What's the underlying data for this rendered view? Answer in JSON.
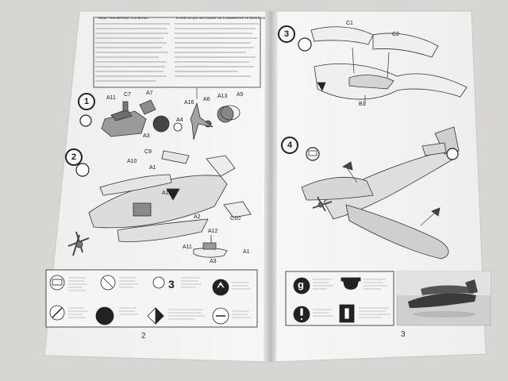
{
  "pages": {
    "left": {
      "number": "2"
    },
    "right": {
      "number": "3"
    }
  },
  "header": {
    "read_notice": "READ THIS BEFORE YOU BEGIN",
    "french_notice": "A LIRE CE QUI SUIT AVANT DE COMMENCER LE MONTAGE"
  },
  "steps": {
    "s1": "1",
    "s2": "2",
    "s3": "3",
    "s4": "4"
  },
  "parts_labels": {
    "a11": "A11",
    "c7": "C7",
    "a7": "A7",
    "a3_top": "A3",
    "a16": "A16",
    "a6": "A6",
    "a13": "A13",
    "a5": "A5",
    "a4": "A4",
    "c9": "C9",
    "a10": "A10",
    "a1": "A1",
    "a12": "A12",
    "a2": "A2",
    "c10": "C10",
    "a12_b": "A12",
    "a11_b": "A11",
    "a1_b": "A1",
    "a3_b": "A3",
    "c1": "C1",
    "c2": "C2",
    "b1": "B1"
  },
  "legend": {
    "number_3": "3",
    "letter_g": "g"
  },
  "colors": {
    "paper": "#f4f4f2",
    "ink": "#222222",
    "background": "#d8d6d2"
  }
}
